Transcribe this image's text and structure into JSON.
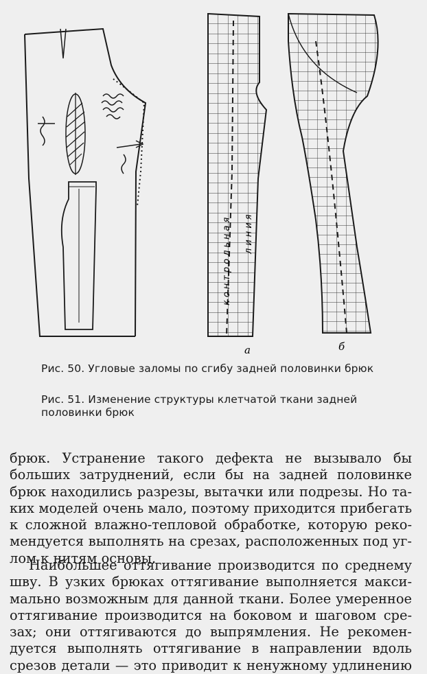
{
  "figure_b": {
    "vertical_label_1": "контрольная",
    "vertical_label_2": "линия",
    "label_a": "а",
    "label_b": "б"
  },
  "captions": {
    "fig50": "Рис. 50. Угловые заломы по сгибу задней половинки брюк",
    "fig51": "Рис. 51. Изменение структуры клетчатой ткани задней половинки брюк"
  },
  "paragraph1": [
    "брюк. Устранение такого дефекта не вызывало бы",
    "больших затруднений, если бы на задней половинке",
    "брюк находились разрезы, вытачки или подрезы. Но та-",
    "ких моделей очень мало, поэтому приходится прибегать",
    "к сложной влажно-тепловой обработке, которую реко-",
    "мендуется выполнять на срезах, расположенных под уг-",
    "лом к нитям основы."
  ],
  "paragraph2": [
    "Наибольшее оттягивание производится по среднему",
    "шву. В узких брюках оттягивание выполняется макси-",
    "мально возможным для данной ткани. Более умеренное",
    "оттягивание производится на боковом и шаговом сре-",
    "зах; они оттягиваются до выпрямления. Не рекомен-",
    "дуется выполнять оттягивание в направлении вдоль",
    "срезов детали — это приводит к ненужному удлинению"
  ]
}
